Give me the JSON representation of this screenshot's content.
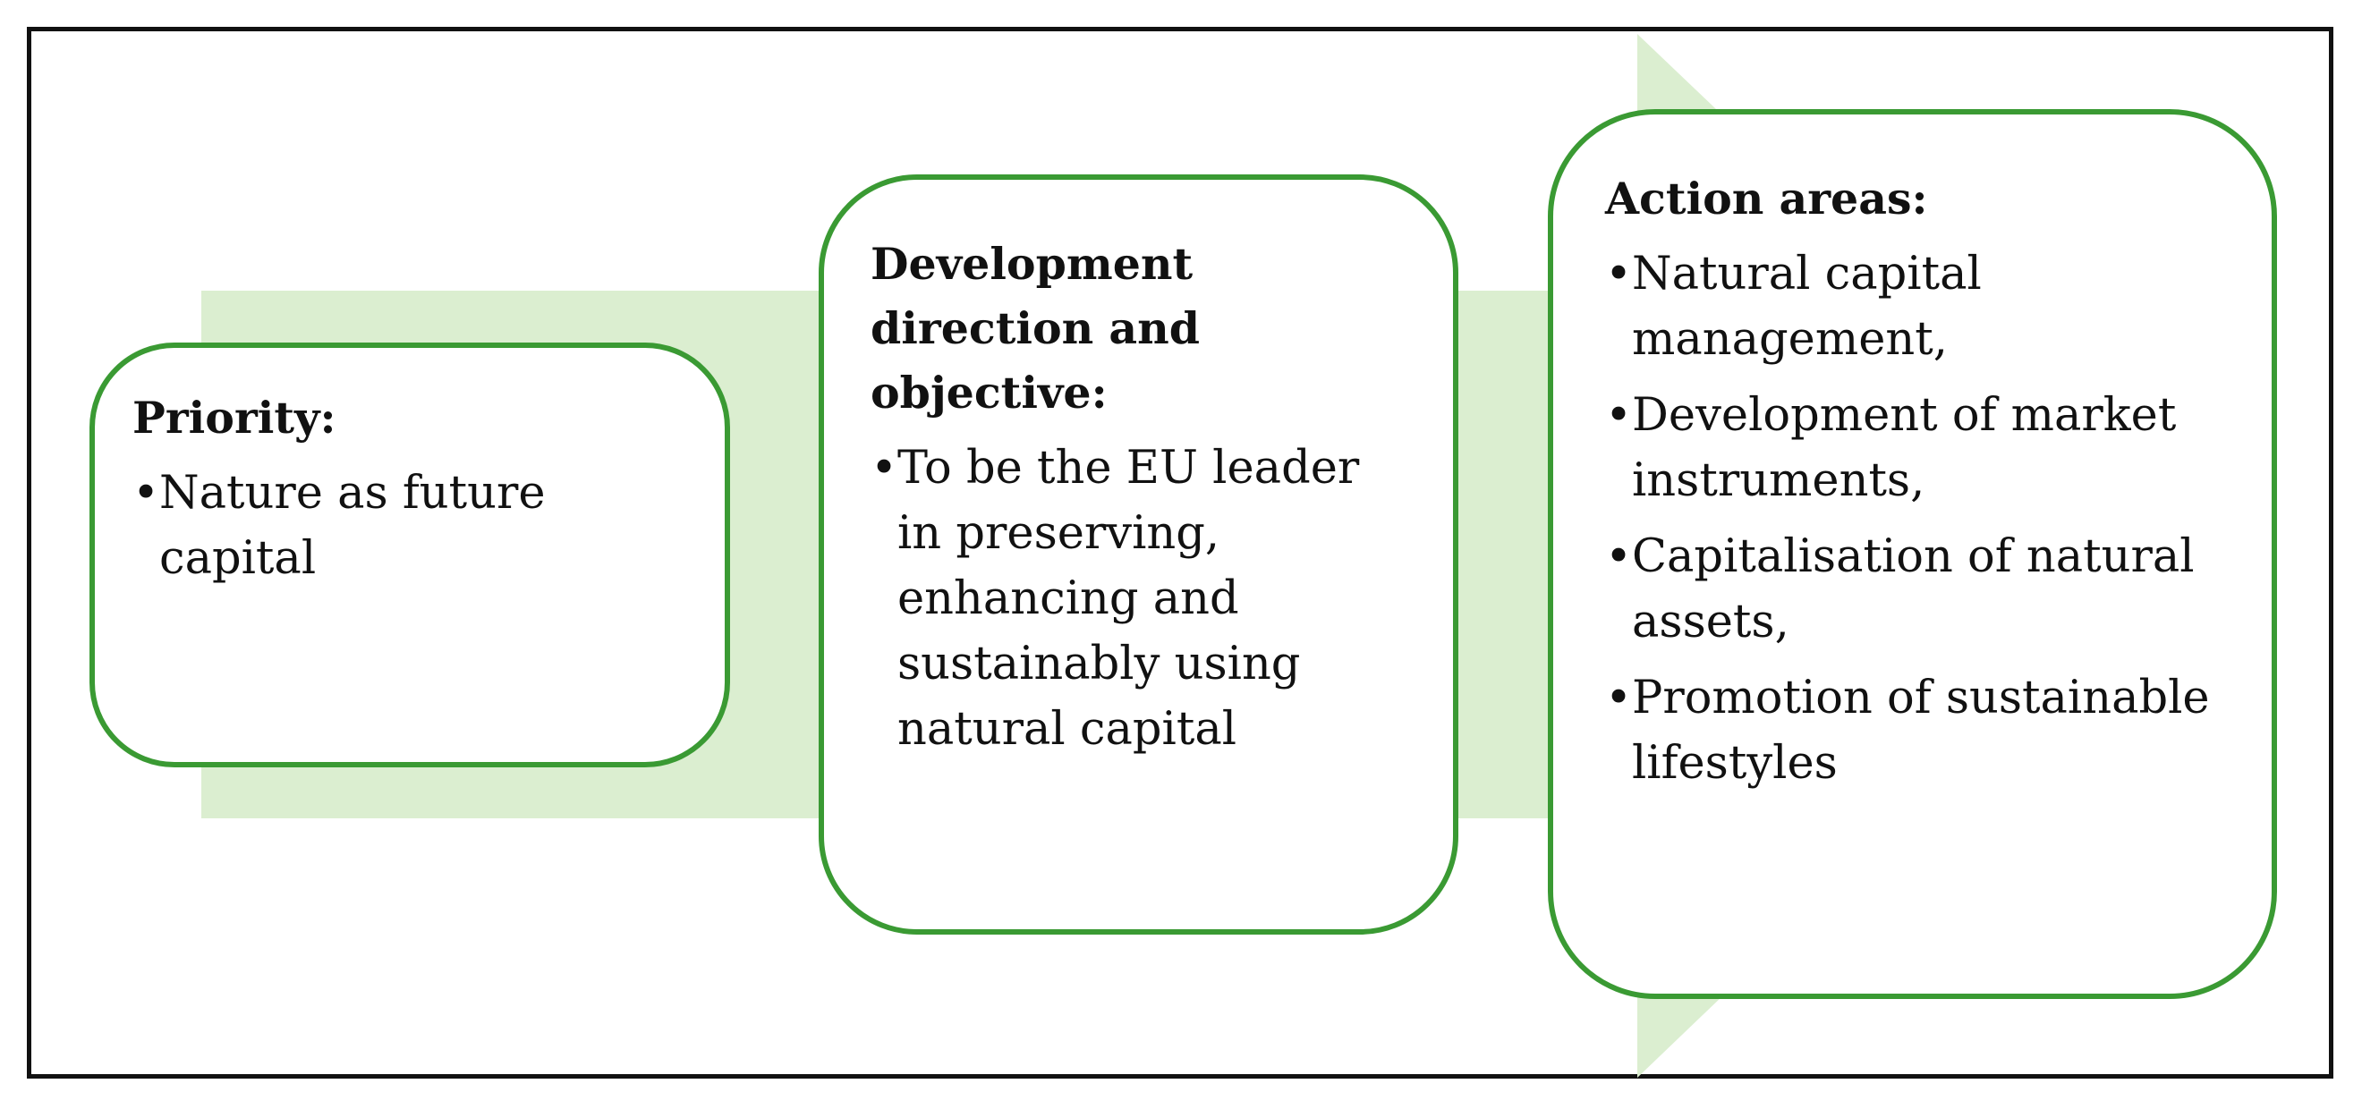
{
  "colors": {
    "arrow_fill": "#dbeed0",
    "box_border": "#3a9a33",
    "frame_border": "#111111"
  },
  "boxes": {
    "priority": {
      "title": "Priority:",
      "items": [
        "Nature as future capital"
      ]
    },
    "development": {
      "title": "Development direction and objective:",
      "items": [
        "To be the EU leader in preserving, enhancing and sustainably using natural capital"
      ]
    },
    "action": {
      "title": "Action areas:",
      "items": [
        "Natural capital management,",
        "Development of market instruments,",
        "Capitalisation of natural assets,",
        "Promotion of sustainable lifestyles"
      ]
    }
  },
  "bullet": "•"
}
